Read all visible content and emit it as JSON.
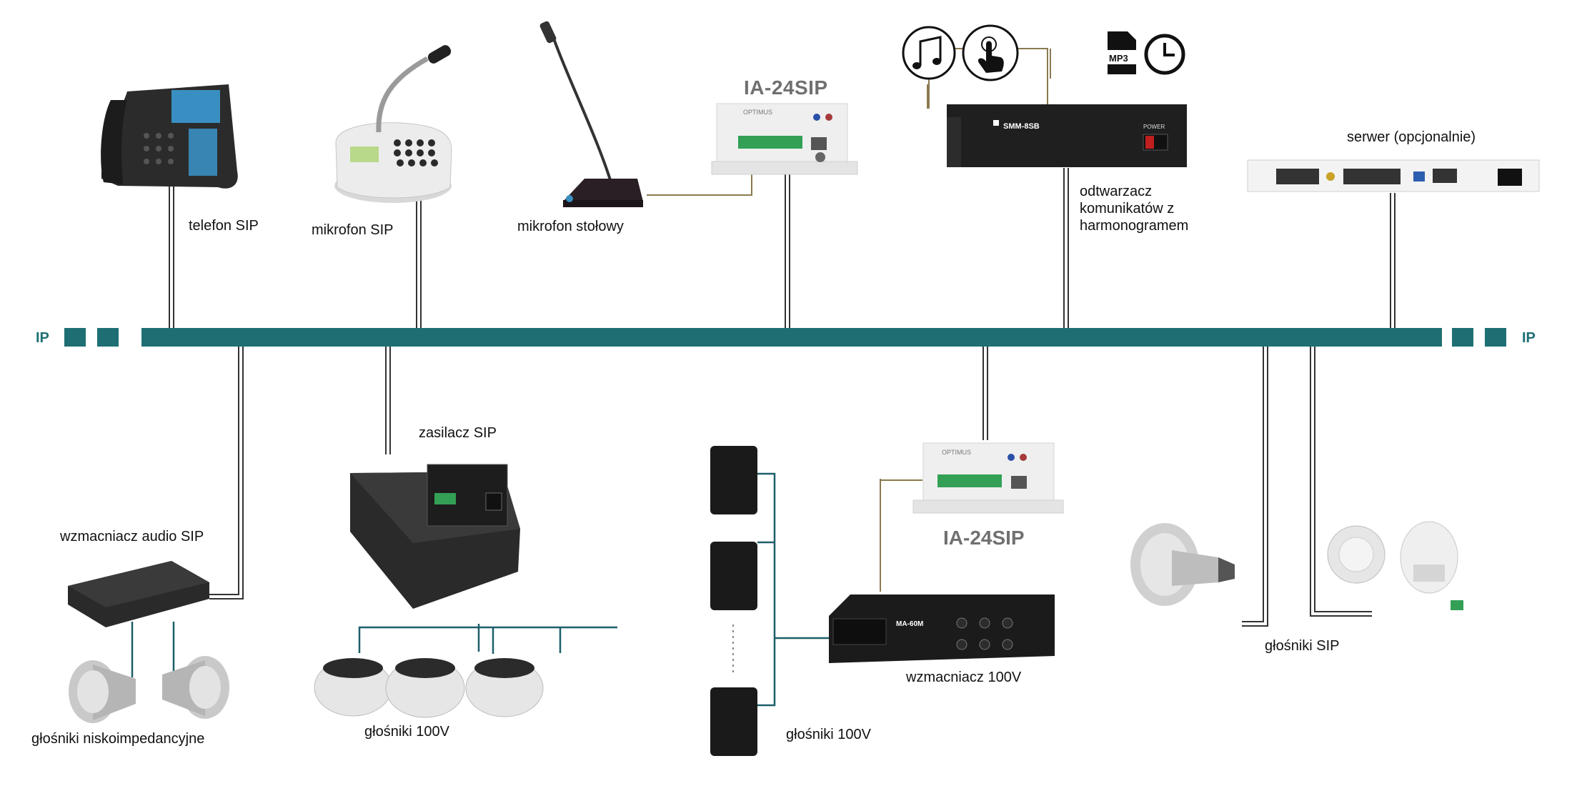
{
  "network": {
    "ip_left": "IP",
    "ip_right": "IP",
    "accent": "#1e6f73",
    "wire": "#333333",
    "audio_wire": "#8a7a50"
  },
  "top_devices": {
    "telefon": "telefon SIP",
    "mikrofon": "mikrofon SIP",
    "mikrofon_stolowy": "mikrofon stołowy",
    "ia_top_model": "IA-24SIP",
    "odtwarzacz": "odtwarzacz komunikatów z harmonogramem",
    "serwer": "serwer (opcjonalnie)",
    "smm_model": "SMM-8SB",
    "smm_power": "POWER",
    "mp3_badge": "MP3"
  },
  "bottom_devices": {
    "wzmacniacz_audio": "wzmacniacz audio SIP",
    "glosniki_nisko": "głośniki niskoimpedancyjne",
    "zasilacz": "zasilacz SIP",
    "glosniki_100v_a": "głośniki 100V",
    "ia_bottom_model": "IA-24SIP",
    "wzmacniacz_100v": "wzmacniacz 100V",
    "ma_model": "MA-60M",
    "glosniki_100v_b": "głośniki 100V",
    "glosniki_sip": "głośniki SIP",
    "optimus": "OPTIMUS"
  }
}
